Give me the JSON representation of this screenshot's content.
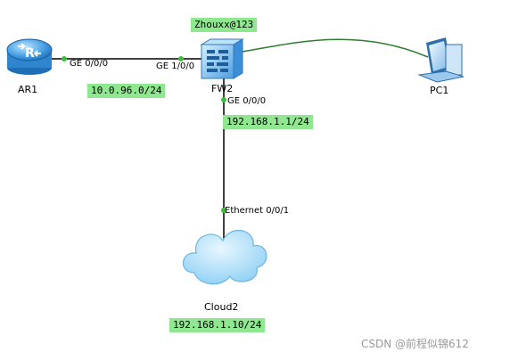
{
  "devices": {
    "router": {
      "name": "AR1"
    },
    "firewall": {
      "name": "FW2"
    },
    "pc": {
      "name": "PC1"
    },
    "cloud": {
      "name": "Cloud2"
    }
  },
  "ports": {
    "ar1_ge000": "GE 0/0/0",
    "fw2_ge100": "GE 1/0/0",
    "fw2_ge000": "GE 0/0/0",
    "cloud_eth": "Ethernet 0/0/1"
  },
  "notes": {
    "password": "Zhouxx@123",
    "network_ar1_fw2": "10.0.96.0/24",
    "fw2_ip": "192.168.1.1/24",
    "cloud_ip": "192.168.1.10/24"
  },
  "watermark": "CSDN @前程似锦612",
  "colors": {
    "note_bg": "#8fe88f",
    "link_green": "#2e7d32",
    "port_dot": "#3dbb3d",
    "device_blue": "#3b8fd6"
  },
  "icons": {
    "router": "router-icon",
    "firewall": "firewall-icon",
    "pc": "pc-icon",
    "cloud": "cloud-icon"
  }
}
